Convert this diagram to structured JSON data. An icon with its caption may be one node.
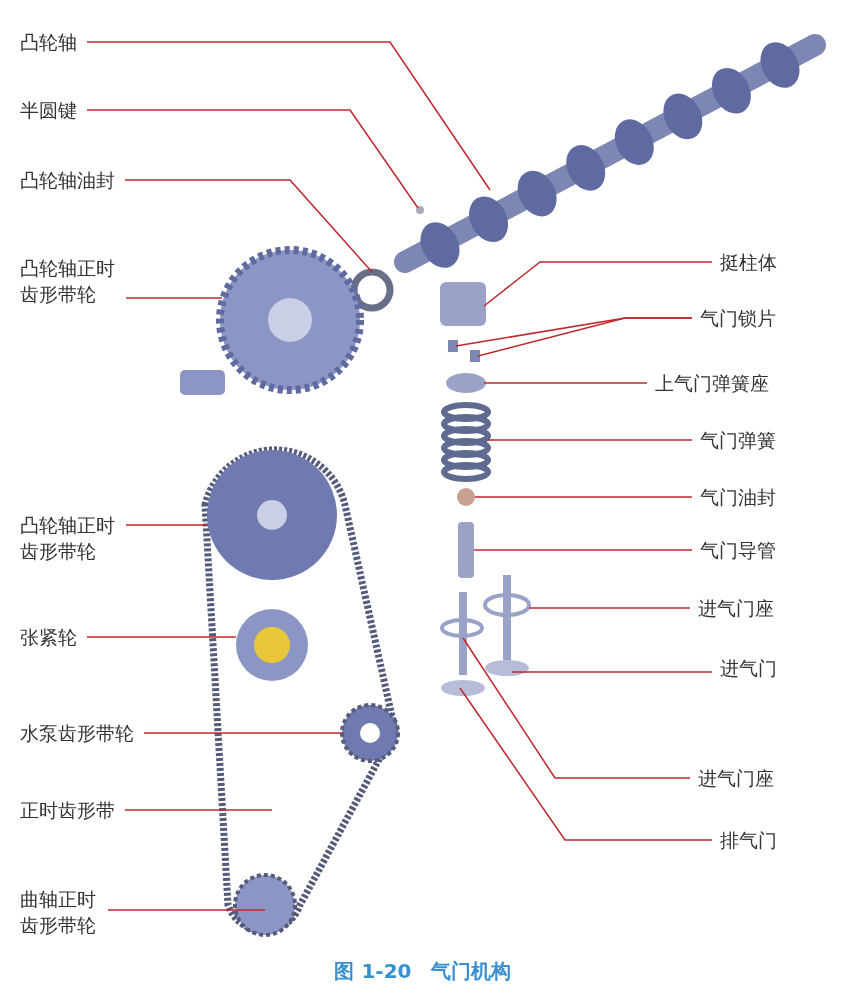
{
  "diagram": {
    "caption": "图 1-20　气门机构",
    "nodes": [
      {
        "text": [
          "凸轮轴"
        ]
      },
      {
        "text": [
          "半圆键"
        ]
      },
      {
        "text": [
          "凸轮轴油封"
        ]
      },
      {
        "text": [
          "凸轮轴正时齿形带轮"
        ]
      },
      {
        "text": [
          "挺柱体"
        ]
      },
      {
        "text": [
          "气门锁片"
        ]
      },
      {
        "text": [
          "上气门弹簧座"
        ]
      },
      {
        "text": [
          "气门弹簧"
        ]
      },
      {
        "text": [
          "气门油封"
        ]
      },
      {
        "text": [
          "气门导管"
        ]
      },
      {
        "text": [
          "进气门座"
        ]
      },
      {
        "text": [
          "进气门"
        ]
      },
      {
        "text": [
          "进气门座"
        ]
      },
      {
        "text": [
          "排气门"
        ]
      },
      {
        "text": [
          "凸轮轴正时齿形带轮"
        ]
      },
      {
        "text": [
          "张紧轮"
        ]
      },
      {
        "text": [
          "水泵齿形带轮"
        ]
      },
      {
        "text": [
          "正时齿形带"
        ]
      },
      {
        "text": [
          "曲轴正时齿形带轮"
        ]
      }
    ],
    "edges": [
      {
        "from": 0,
        "to": null,
        "arrow": "none"
      },
      {
        "from": 1,
        "to": null,
        "arrow": "none"
      },
      {
        "from": 2,
        "to": null,
        "arrow": "none"
      },
      {
        "from": 3,
        "to": null,
        "arrow": "none"
      },
      {
        "from": 4,
        "to": null,
        "arrow": "none"
      },
      {
        "from": 5,
        "to": null,
        "arrow": "none"
      },
      {
        "from": 5,
        "to": null,
        "arrow": "none"
      },
      {
        "from": 6,
        "to": null,
        "arrow": "none"
      },
      {
        "from": 7,
        "to": null,
        "arrow": "none"
      },
      {
        "from": 8,
        "to": null,
        "arrow": "none"
      },
      {
        "from": 9,
        "to": null,
        "arrow": "none"
      },
      {
        "from": 10,
        "to": null,
        "arrow": "none"
      },
      {
        "from": 11,
        "to": null,
        "arrow": "none"
      },
      {
        "from": 12,
        "to": null,
        "arrow": "none"
      },
      {
        "from": 13,
        "to": null,
        "arrow": "none"
      },
      {
        "from": 14,
        "to": null,
        "arrow": "none"
      },
      {
        "from": 15,
        "to": null,
        "arrow": "none"
      },
      {
        "from": 16,
        "to": null,
        "arrow": "none"
      },
      {
        "from": 17,
        "to": null,
        "arrow": "none"
      },
      {
        "from": 18,
        "to": null,
        "arrow": "none"
      }
    ]
  }
}
